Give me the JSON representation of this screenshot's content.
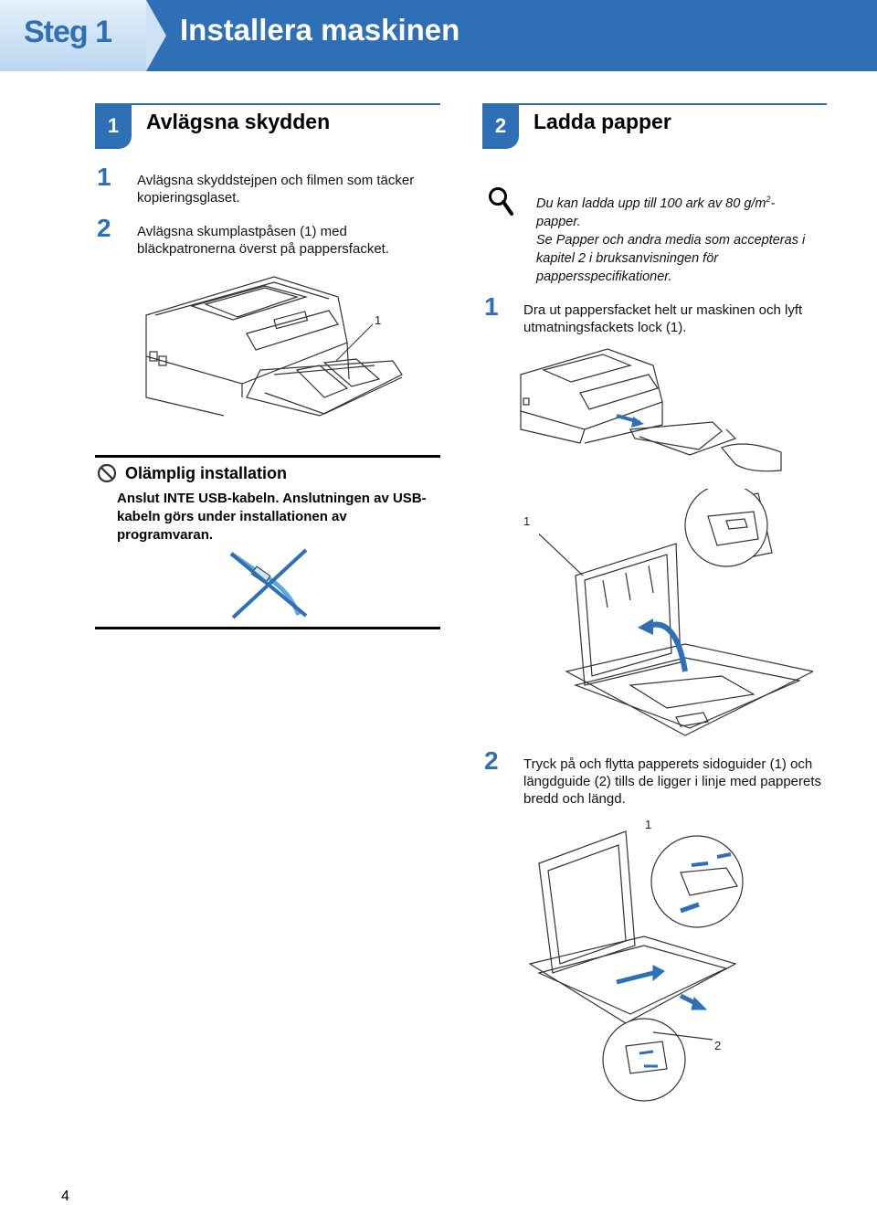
{
  "header": {
    "step_label": "Steg 1",
    "title": "Installera maskinen"
  },
  "left_section": {
    "number": "1",
    "title": "Avlägsna skydden",
    "steps": [
      {
        "number": "1",
        "text": "Avlägsna skyddstejpen och filmen som täcker kopieringsglaset."
      },
      {
        "number": "2",
        "text": "Avlägsna skumplastpåsen (1) med bläckpatronerna överst på pappersfacket."
      }
    ],
    "illustration_callout": "1"
  },
  "warning": {
    "icon": "prohibition-icon",
    "title": "Olämplig installation",
    "text": "Anslut INTE USB-kabeln. Anslutningen av USB-kabeln görs under installationen av programvaran."
  },
  "right_section": {
    "number": "2",
    "title": "Ladda papper",
    "note": {
      "icon": "magnifier-icon",
      "line1_prefix": "Du kan ladda upp till 100 ark av 80 g/m",
      "line1_sup": "2",
      "line1_suffix": "-",
      "line2": "papper.",
      "line3": "Se Papper och andra media som accepteras i kapitel 2 i bruksanvisningen för pappersspecifikationer."
    },
    "steps": [
      {
        "number": "1",
        "text": "Dra ut pappersfacket helt ur maskinen och lyft utmatningsfackets lock (1)."
      },
      {
        "number": "2",
        "text": "Tryck på och flytta papperets sidoguider (1) och längdguide (2) tills de ligger i linje med papperets bredd och längd."
      }
    ],
    "callouts": {
      "cover": "1",
      "side_guide": "1",
      "length_guide": "2"
    }
  },
  "footer": {
    "page_number": "4"
  },
  "colors": {
    "brand_blue": "#2f6fb6",
    "light_blue": "#cfe2f4"
  }
}
